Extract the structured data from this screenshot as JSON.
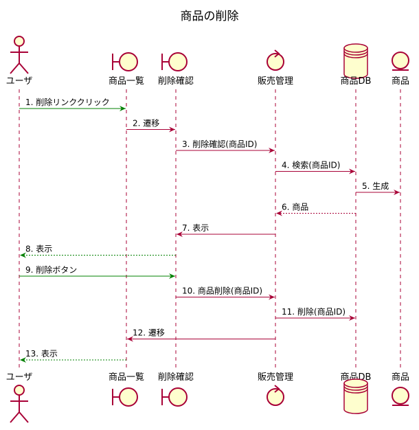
{
  "title": "商品の削除",
  "colors": {
    "participant_fill": "#FEFECE",
    "participant_stroke": "#A80036",
    "lifeline": "#A80036",
    "message_green": "#008000",
    "message_red": "#A80036"
  },
  "participants": [
    {
      "id": "user",
      "label": "ユーザ",
      "shape": "actor-icon"
    },
    {
      "id": "list",
      "label": "商品一覧",
      "shape": "boundary-icon"
    },
    {
      "id": "confirm",
      "label": "削除確認",
      "shape": "boundary-icon"
    },
    {
      "id": "sales",
      "label": "販売管理",
      "shape": "control-icon"
    },
    {
      "id": "db",
      "label": "商品DB",
      "shape": "database-icon"
    },
    {
      "id": "product",
      "label": "商品",
      "shape": "entity-icon"
    }
  ],
  "messages": [
    {
      "from": "user",
      "to": "list",
      "label": "1. 削除リンククリック",
      "style": "solid",
      "color": "green"
    },
    {
      "from": "list",
      "to": "confirm",
      "label": "2. 遷移",
      "style": "solid",
      "color": "red"
    },
    {
      "from": "confirm",
      "to": "sales",
      "label": "3. 削除確認(商品ID)",
      "style": "solid",
      "color": "red"
    },
    {
      "from": "sales",
      "to": "db",
      "label": "4. 検索(商品ID)",
      "style": "solid",
      "color": "red"
    },
    {
      "from": "db",
      "to": "product",
      "label": "5. 生成",
      "style": "solid",
      "color": "red"
    },
    {
      "from": "db",
      "to": "sales",
      "label": "6. 商品",
      "style": "dotted",
      "color": "red"
    },
    {
      "from": "sales",
      "to": "confirm",
      "label": "7. 表示",
      "style": "solid",
      "color": "red"
    },
    {
      "from": "confirm",
      "to": "user",
      "label": "8. 表示",
      "style": "dotted",
      "color": "green"
    },
    {
      "from": "user",
      "to": "confirm",
      "label": "9. 削除ボタン",
      "style": "solid",
      "color": "green"
    },
    {
      "from": "confirm",
      "to": "sales",
      "label": "10. 商品削除(商品ID)",
      "style": "solid",
      "color": "red"
    },
    {
      "from": "sales",
      "to": "db",
      "label": "11. 削除(商品ID)",
      "style": "solid",
      "color": "red"
    },
    {
      "from": "sales",
      "to": "list",
      "label": "12. 遷移",
      "style": "solid",
      "color": "red"
    },
    {
      "from": "list",
      "to": "user",
      "label": "13. 表示",
      "style": "dotted",
      "color": "green"
    }
  ]
}
